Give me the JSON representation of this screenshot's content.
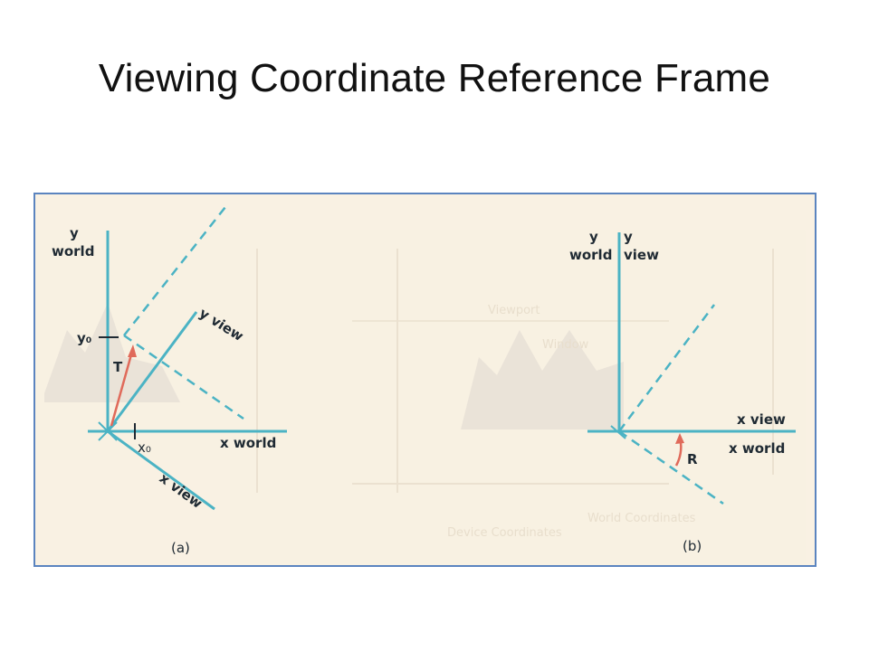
{
  "title": "Viewing Coordinate Reference Frame",
  "colors": {
    "frame_border": "#5b84bf",
    "figure_background": "#fbf4e6",
    "axis_line": "#4bb3c4",
    "rotation_vector": "#e06a5a",
    "text": "#1f2a33"
  },
  "panel_a": {
    "y_world_label_line1": "y",
    "y_world_label_line2": "world",
    "x_world_label": "x world",
    "y_view_label": "y view",
    "x_view_label": "x view",
    "y0_label": "y₀",
    "x0_label": "x₀",
    "vector_label": "T",
    "caption": "(a)"
  },
  "panel_b": {
    "y_world_label_line1": "y",
    "y_world_label_line2": "world",
    "y_view_label_line1": "y",
    "y_view_label_line2": "view",
    "x_view_label": "x view",
    "x_world_label": "x world",
    "rotation_label": "R",
    "caption": "(b)"
  },
  "background_ghost_text": {
    "viewport": "Viewport",
    "window": "Window",
    "device_coordinates": "Device Coordinates",
    "world_coordinates": "World Coordinates"
  }
}
